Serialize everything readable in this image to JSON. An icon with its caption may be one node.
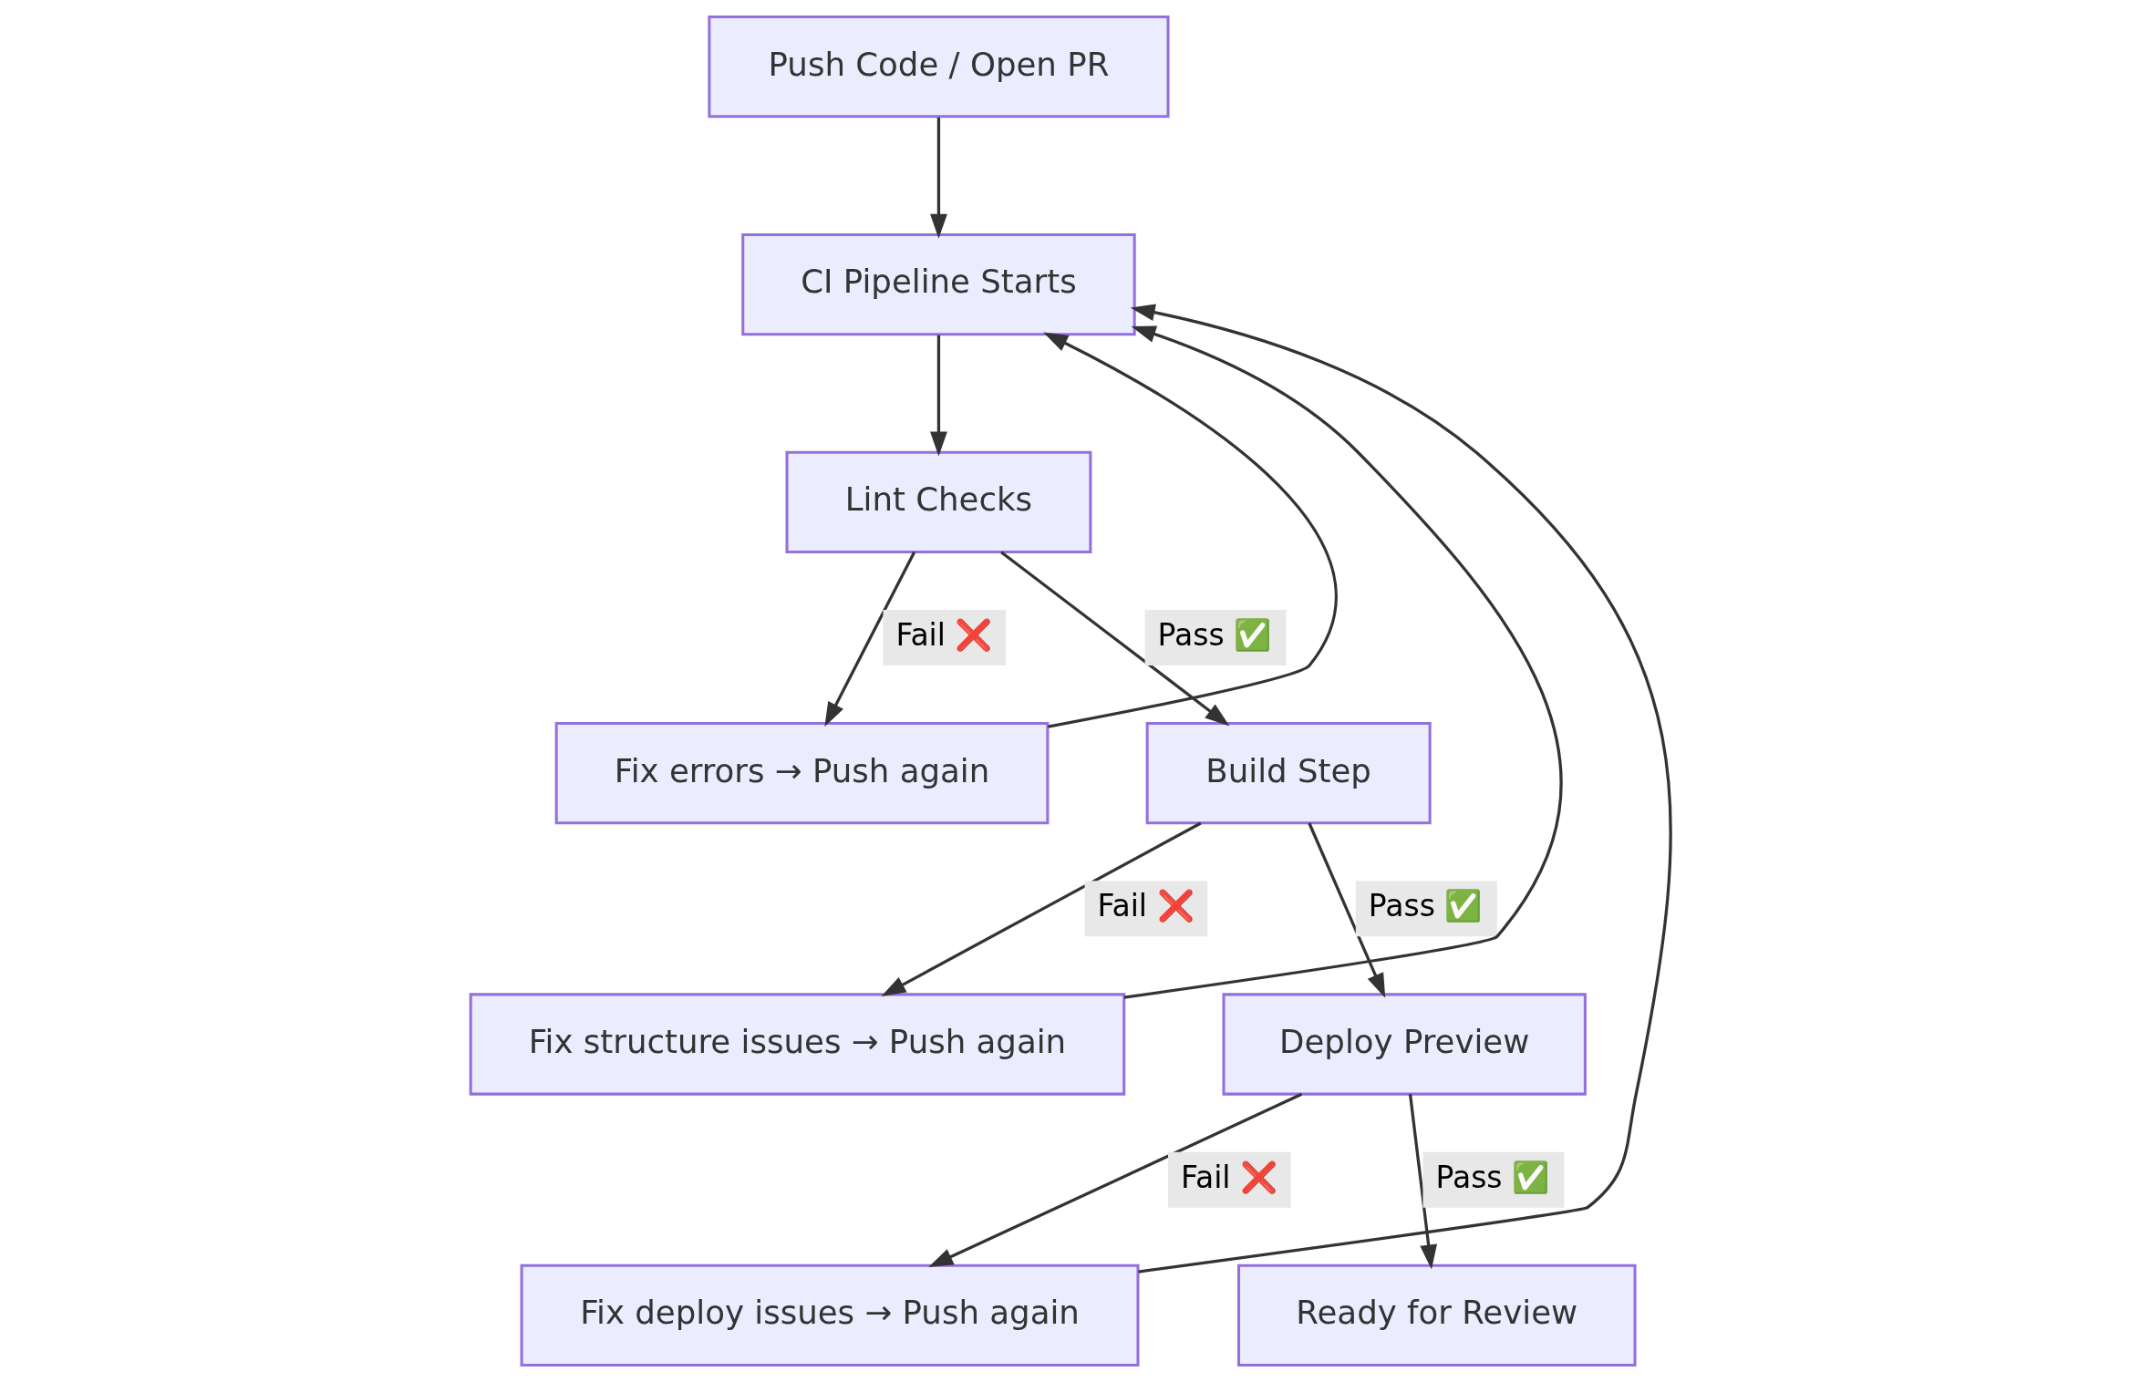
{
  "diagram": {
    "nodes": [
      {
        "text": [
          "Push Code / Open PR"
        ]
      },
      {
        "text": [
          "CI Pipeline Starts"
        ]
      },
      {
        "text": [
          "Lint Checks"
        ]
      },
      {
        "text": [
          "Fix errors → Push again"
        ]
      },
      {
        "text": [
          "Build Step"
        ]
      },
      {
        "text": [
          "Fix structure issues → Push again"
        ]
      },
      {
        "text": [
          "Deploy Preview"
        ]
      },
      {
        "text": [
          "Fix deploy issues → Push again"
        ]
      },
      {
        "text": [
          "Ready for Review"
        ]
      }
    ],
    "edges": [
      {
        "from": 0,
        "to": 1,
        "arrow": "to"
      },
      {
        "from": 1,
        "to": 2,
        "arrow": "to"
      },
      {
        "from": 2,
        "to": 3,
        "arrow": "to",
        "label": "Fail ❌"
      },
      {
        "from": 2,
        "to": 4,
        "arrow": "to",
        "label": "Pass ✅"
      },
      {
        "from": 3,
        "to": 1,
        "arrow": "to"
      },
      {
        "from": 4,
        "to": 5,
        "arrow": "to",
        "label": "Fail ❌"
      },
      {
        "from": 4,
        "to": 6,
        "arrow": "to",
        "label": "Pass ✅"
      },
      {
        "from": 5,
        "to": 1,
        "arrow": "to"
      },
      {
        "from": 6,
        "to": 7,
        "arrow": "to",
        "label": "Fail ❌"
      },
      {
        "from": 6,
        "to": 8,
        "arrow": "to",
        "label": "Pass ✅"
      },
      {
        "from": 7,
        "to": 1,
        "arrow": "to"
      }
    ]
  }
}
